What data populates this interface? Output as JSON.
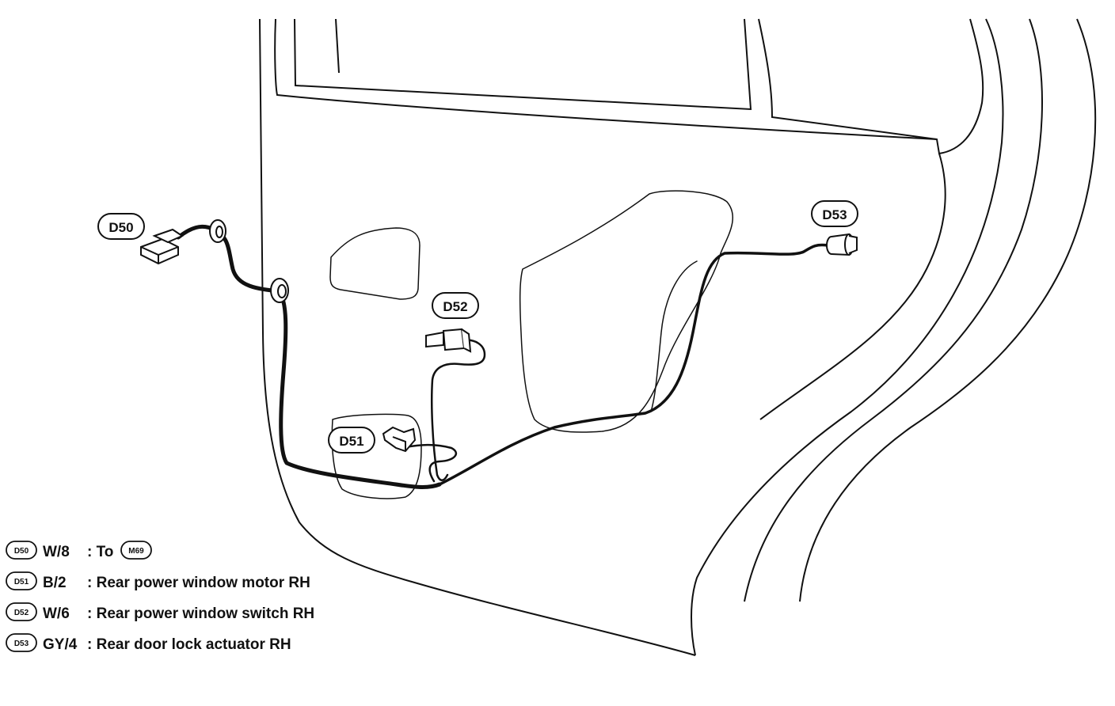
{
  "connectors": [
    {
      "id": "D50",
      "label": "D50"
    },
    {
      "id": "D51",
      "label": "D51"
    },
    {
      "id": "D52",
      "label": "D52"
    },
    {
      "id": "D53",
      "label": "D53"
    }
  ],
  "legend": [
    {
      "code": "D50",
      "spec": "W/8",
      "desc": ": To",
      "ref": "M69"
    },
    {
      "code": "D51",
      "spec": "B/2",
      "desc": ": Rear power window motor RH"
    },
    {
      "code": "D52",
      "spec": "W/6",
      "desc": ": Rear power window switch RH"
    },
    {
      "code": "D53",
      "spec": "GY/4",
      "desc": ": Rear door lock actuator RH"
    }
  ]
}
